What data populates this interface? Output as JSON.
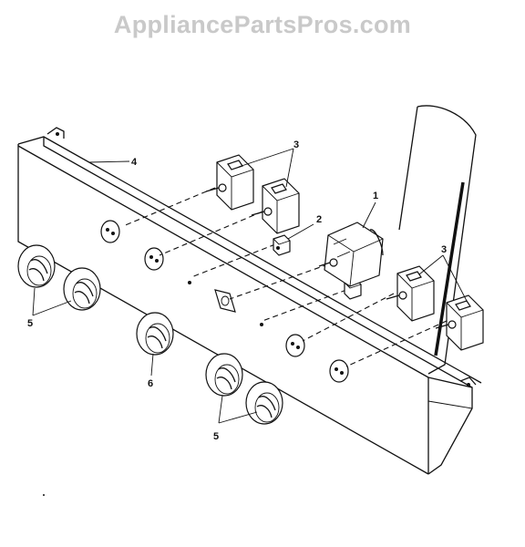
{
  "watermark": "AppliancePartsPros.com",
  "callouts": {
    "c1": "1",
    "c2": "2",
    "c3a": "3",
    "c3b": "3",
    "c4": "4",
    "c5a": "5",
    "c5b": "5",
    "c6": "6"
  }
}
